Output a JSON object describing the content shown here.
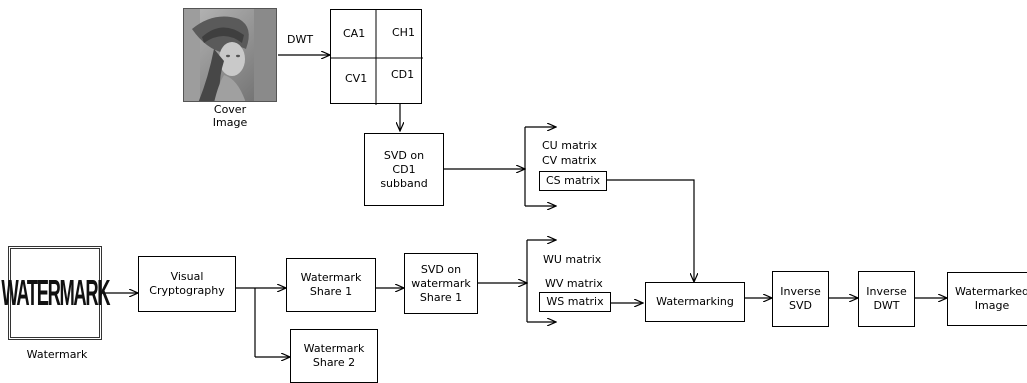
{
  "cover": {
    "label": "Cover\nImage"
  },
  "dwt_label": "DWT",
  "subbands": {
    "ca1": "CA1",
    "ch1": "CH1",
    "cv1": "CV1",
    "cd1": "CD1"
  },
  "svd_cd1": "SVD on\nCD1\nsubband",
  "cover_matrices": {
    "cu": "CU matrix",
    "cv": "CV matrix",
    "cs": "CS matrix"
  },
  "watermark": {
    "image_text": "WATERMARK",
    "label": "Watermark"
  },
  "visual_cryptography": "Visual\nCryptography",
  "share1": "Watermark\nShare 1",
  "share2": "Watermark\nShare 2",
  "svd_share1": "SVD on\nwatermark\nShare 1",
  "wm_matrices": {
    "wu": "WU matrix",
    "wv": "WV matrix",
    "ws": "WS matrix"
  },
  "watermarking": "Watermarking",
  "inverse_svd": "Inverse\nSVD",
  "inverse_dwt": "Inverse\nDWT",
  "watermarked_image": "Watermarked\nImage"
}
